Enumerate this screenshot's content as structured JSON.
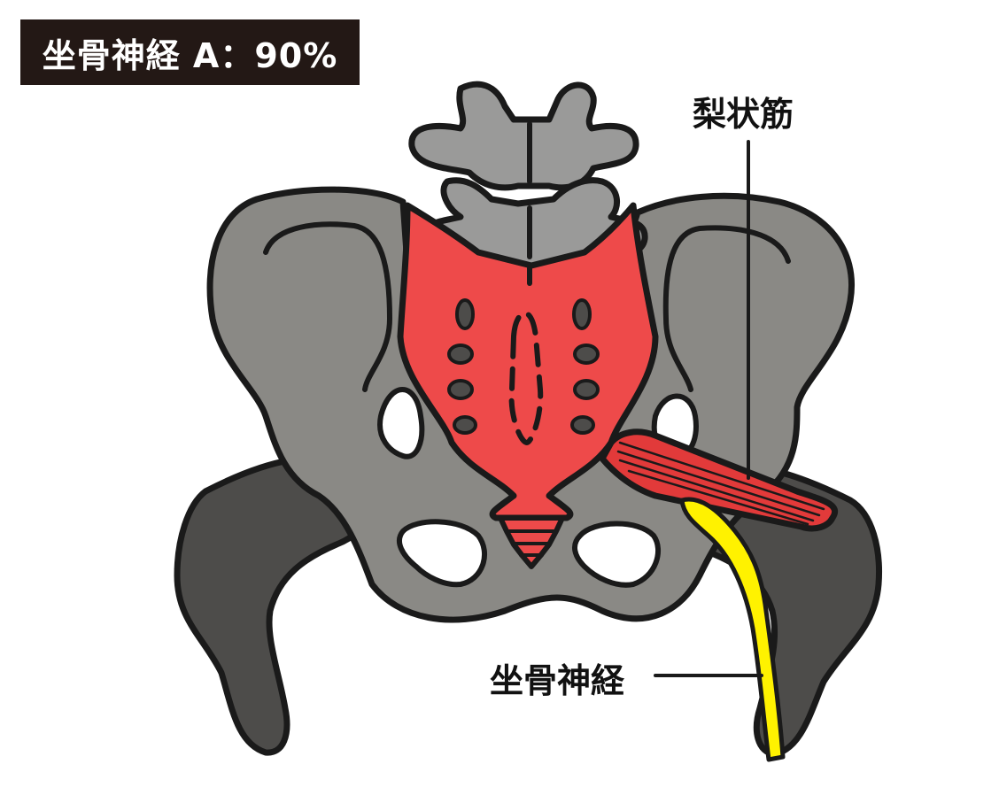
{
  "title": "坐骨神経 A：90%",
  "labels": {
    "piriformis": "梨状筋",
    "sciatic_nerve": "坐骨神経"
  },
  "colors": {
    "bone": "#8a8985",
    "bone_dark": "#4d4c4a",
    "vertebra": "#9a9a99",
    "sacrum": "#ee4a4a",
    "muscle": "#e23a3a",
    "nerve": "#fff200",
    "outline": "#1a1a1a",
    "title_bg": "#231815"
  }
}
